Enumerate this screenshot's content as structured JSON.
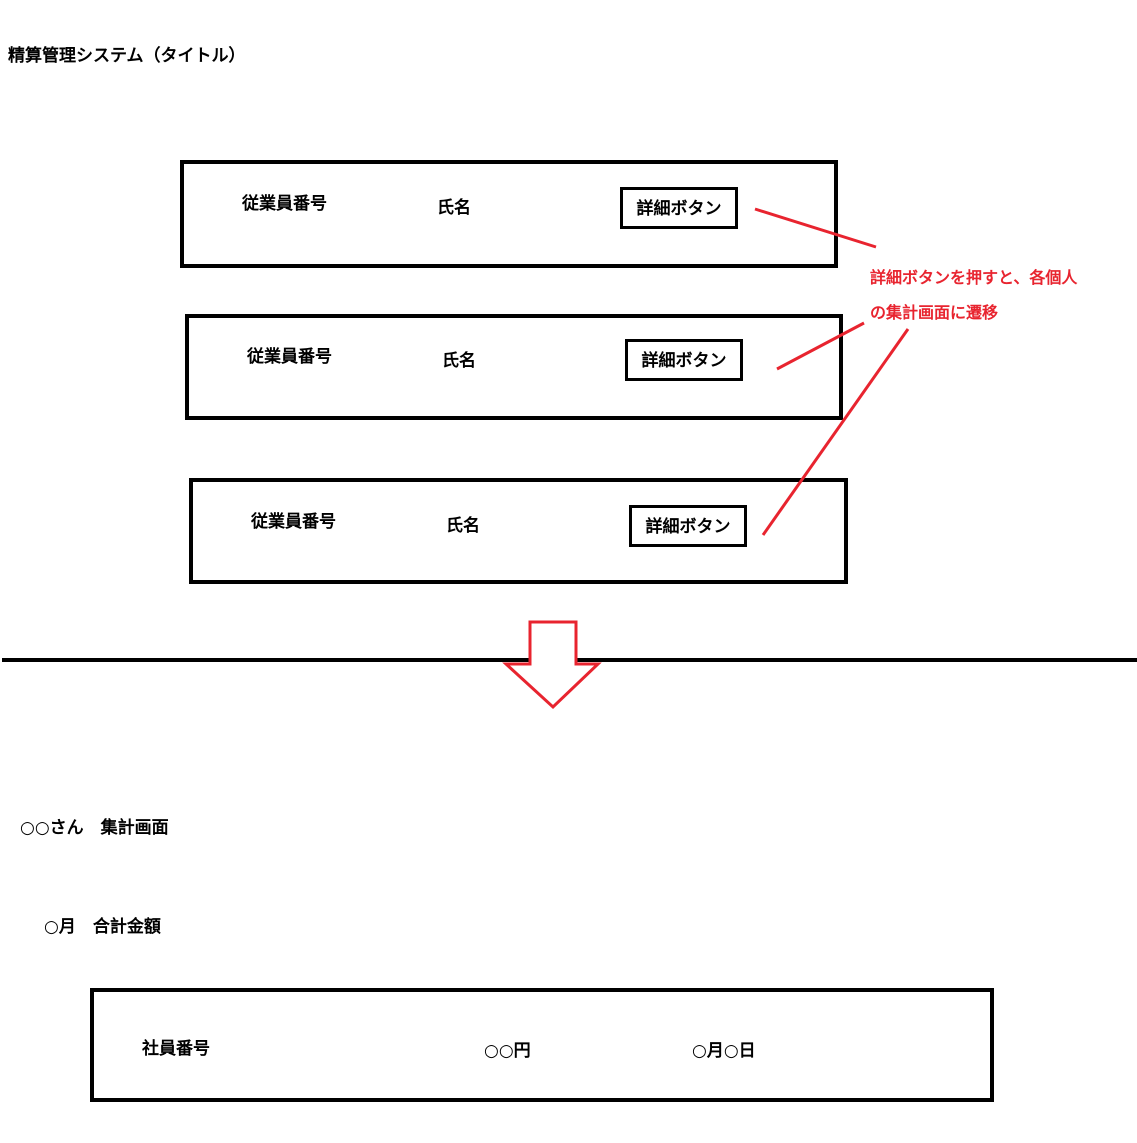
{
  "title": "精算管理システム（タイトル）",
  "employee_rows": [
    {
      "employee_id": "従業員番号",
      "name": "氏名",
      "detail_button": "詳細ボタン"
    },
    {
      "employee_id": "従業員番号",
      "name": "氏名",
      "detail_button": "詳細ボタン"
    },
    {
      "employee_id": "従業員番号",
      "name": "氏名",
      "detail_button": "詳細ボタン"
    }
  ],
  "annotation": {
    "line1": "詳細ボタンを押すと、各個人",
    "line2": "の集計画面に遷移"
  },
  "summary": {
    "title": "○○さん　集計画面",
    "month_total": "○月　合計金額",
    "row": {
      "employee_number": "社員番号",
      "amount": "○○円",
      "date": "○月○日"
    }
  },
  "colors": {
    "annotation": "#e8242f",
    "border": "#000000"
  },
  "icons": [
    "transition-down-arrow-icon"
  ]
}
